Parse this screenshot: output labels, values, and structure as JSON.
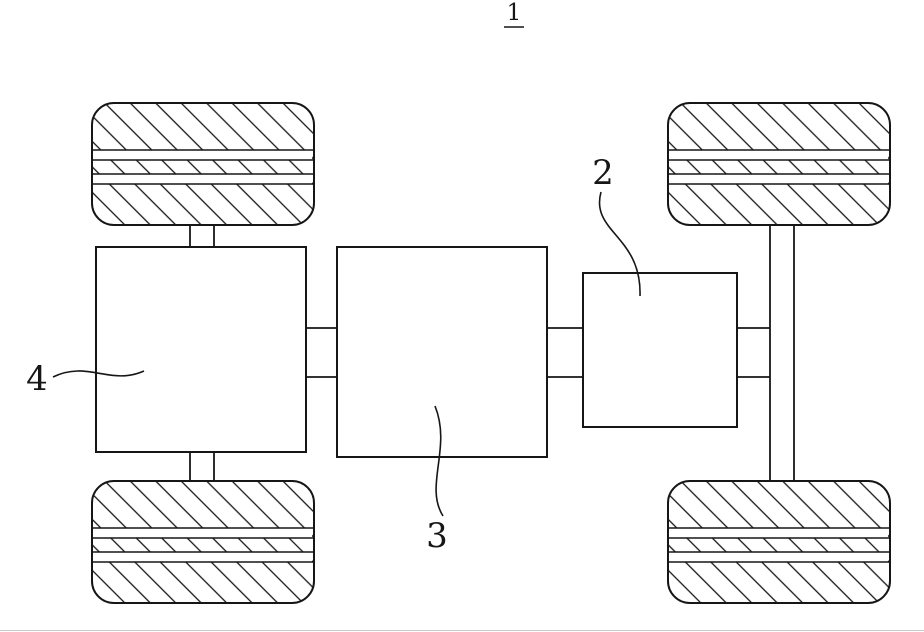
{
  "figure": {
    "number": "1"
  },
  "component_labels": {
    "unit_2": "2",
    "unit_3": "3",
    "unit_4": "4"
  },
  "colors": {
    "line": "#161616",
    "background": "#ffffff"
  }
}
